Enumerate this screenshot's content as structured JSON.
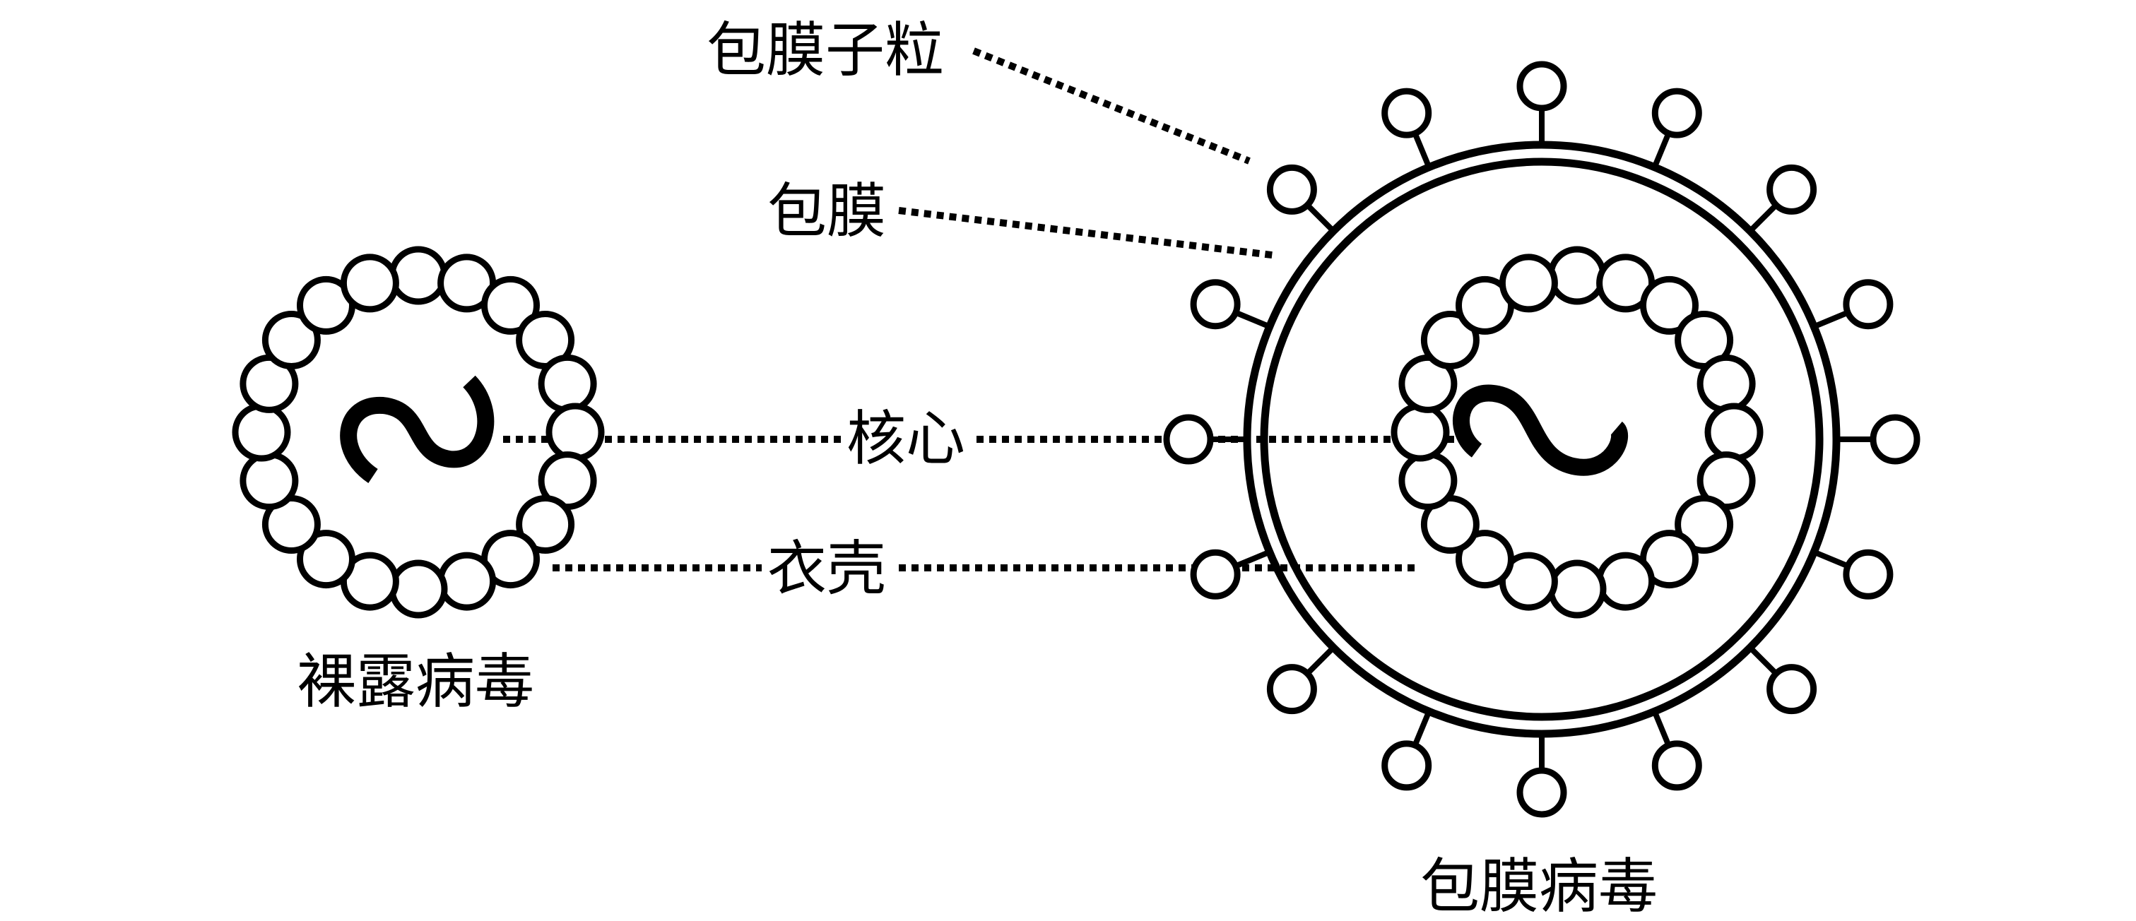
{
  "labels": {
    "envelope_subunit": "包膜子粒",
    "envelope": "包膜",
    "core": "核心",
    "capsid": "衣壳",
    "naked_virus": "裸露病毒",
    "enveloped_virus": "包膜病毒"
  },
  "colors": {
    "line": "#000000",
    "background": "#ffffff"
  }
}
